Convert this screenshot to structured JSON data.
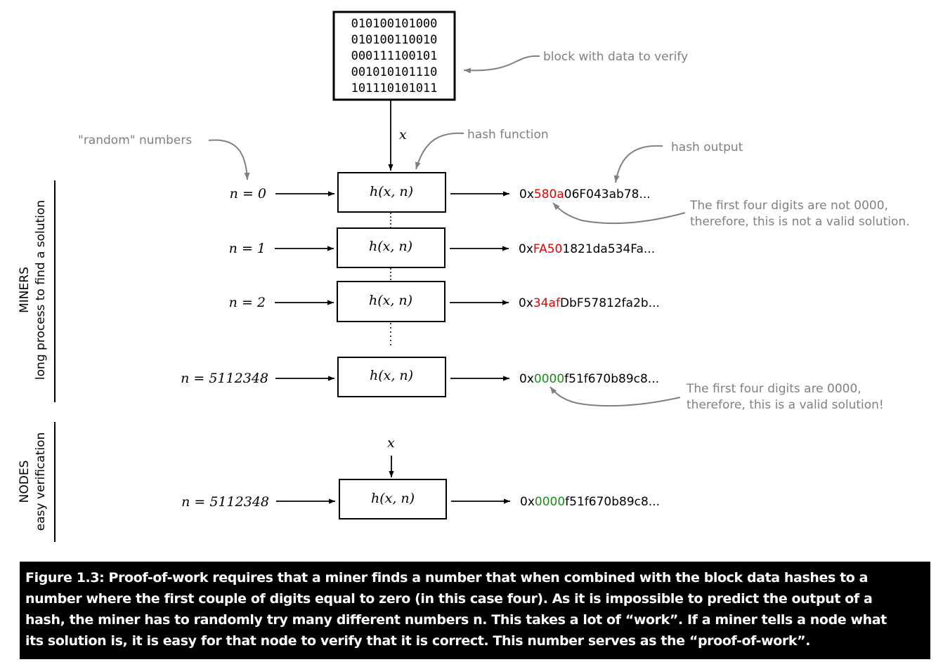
{
  "block": {
    "lines": [
      "010100101000",
      "010100110010",
      "000111100101",
      "001010101110",
      "101110101011"
    ],
    "annotation": "block with data to verify"
  },
  "labels": {
    "x_top": "x",
    "x_nodes": "x",
    "hash_function": "hash function",
    "random_numbers": "\"random\" numbers",
    "hash_output": "hash output"
  },
  "sections": {
    "miners_title": "MINERS",
    "miners_subtitle": "long process to find a solution",
    "nodes_title": "NODES",
    "nodes_subtitle": "easy verification"
  },
  "hash_box_label": "h(x, n)",
  "rows": [
    {
      "n": "n = 0",
      "prefix": "0x",
      "highlight": "580a",
      "rest": "06F043ab78...",
      "status": "invalid"
    },
    {
      "n": "n = 1",
      "prefix": "0x",
      "highlight": "FA50",
      "rest": "1821da534Fa...",
      "status": "invalid"
    },
    {
      "n": "n = 2",
      "prefix": "0x",
      "highlight": "34af",
      "rest": "DbF57812fa2b...",
      "status": "invalid"
    },
    {
      "n": "n = 5112348",
      "prefix": "0x",
      "highlight": "0000",
      "rest": "f51f670b89c8...",
      "status": "valid"
    },
    {
      "n": "n = 5112348",
      "prefix": "0x",
      "highlight": "0000",
      "rest": "f51f670b89c8...",
      "status": "valid"
    }
  ],
  "notes": {
    "invalid_line1": "The first four digits are not 0000,",
    "invalid_line2": "therefore, this is not a valid solution.",
    "valid_line1": "The first four digits are 0000,",
    "valid_line2": "therefore, this is a valid solution!"
  },
  "caption": {
    "line1": "Figure 1.3: Proof-of-work requires that a miner finds a number that when combined with the block data hashes to a",
    "line2": "number where the first couple of digits equal to zero (in this case four).  As it is impossible to predict the output of a",
    "line3": "hash, the miner has to randomly try many different numbers n. This takes a lot of “work”. If a miner tells a node what",
    "line4": "its solution is, it is easy for that node to verify that it is correct. This number serves as the “proof-of-work”."
  },
  "colors": {
    "invalid_digits": "#e00000",
    "valid_digits": "#1a8a1a",
    "annotation": "#808080",
    "caption_background": "#000000",
    "caption_text": "#ffffff"
  }
}
